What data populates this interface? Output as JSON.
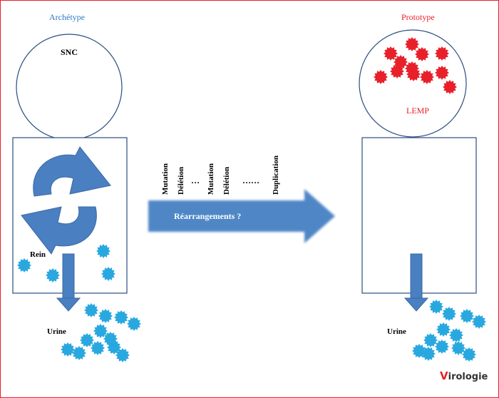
{
  "left": {
    "title": "Archétype",
    "brain_label": "SNC",
    "kidney_label": "Rein",
    "urine_label": "Urine"
  },
  "right": {
    "title": "Prototype",
    "brain_label": "LEMP",
    "urine_label": "Urine"
  },
  "process": {
    "arrow_label": "Réarrangements ?",
    "events": [
      "Mutation",
      "Délétion",
      "…",
      "Mutation",
      "Délétion",
      "……",
      "Duplication"
    ]
  },
  "logo": {
    "text": "Virologie"
  },
  "colors": {
    "frame": "#e8202a",
    "virus_blue": "#29a8e0",
    "virus_red": "#e8202a",
    "arrow_blue": "#4a7fc1",
    "title_left": "#2f78c4",
    "title_right": "#e8202a"
  }
}
